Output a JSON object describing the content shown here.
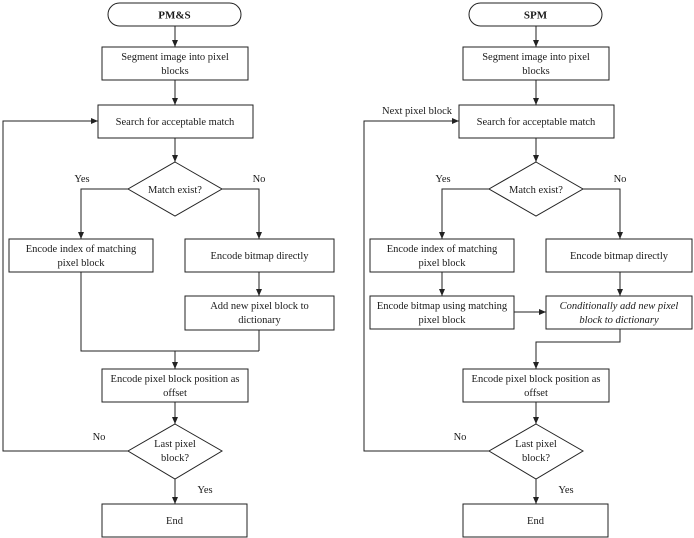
{
  "pms": {
    "title": "PM&S",
    "segment": [
      "Segment image into pixel",
      "blocks"
    ],
    "search": "Search for acceptable match",
    "decision": "Match exist?",
    "yes": "Yes",
    "no": "No",
    "encode_index": [
      "Encode index of matching",
      "pixel block"
    ],
    "encode_bitmap": "Encode bitmap directly",
    "add_block": [
      "Add new pixel block to",
      "dictionary"
    ],
    "encode_position": [
      "Encode pixel block position as",
      "offset"
    ],
    "last_block": [
      "Last pixel",
      "block?"
    ],
    "last_no": "No",
    "last_yes": "Yes",
    "end": "End"
  },
  "spm": {
    "title": "SPM",
    "segment": [
      "Segment image into pixel",
      "blocks"
    ],
    "next_block": "Next pixel block",
    "search": "Search for acceptable match",
    "decision": "Match exist?",
    "yes": "Yes",
    "no": "No",
    "encode_index": [
      "Encode index of matching",
      "pixel block"
    ],
    "encode_bitmap": "Encode bitmap directly",
    "encode_bitmap_matching": [
      "Encode bitmap using matching",
      "pixel block"
    ],
    "conditional_add": [
      "Conditionally add new pixel",
      "block to dictionary"
    ],
    "encode_position": [
      "Encode pixel block position as",
      "offset"
    ],
    "last_block": [
      "Last pixel",
      "block?"
    ],
    "last_no": "No",
    "last_yes": "Yes",
    "end": "End"
  }
}
